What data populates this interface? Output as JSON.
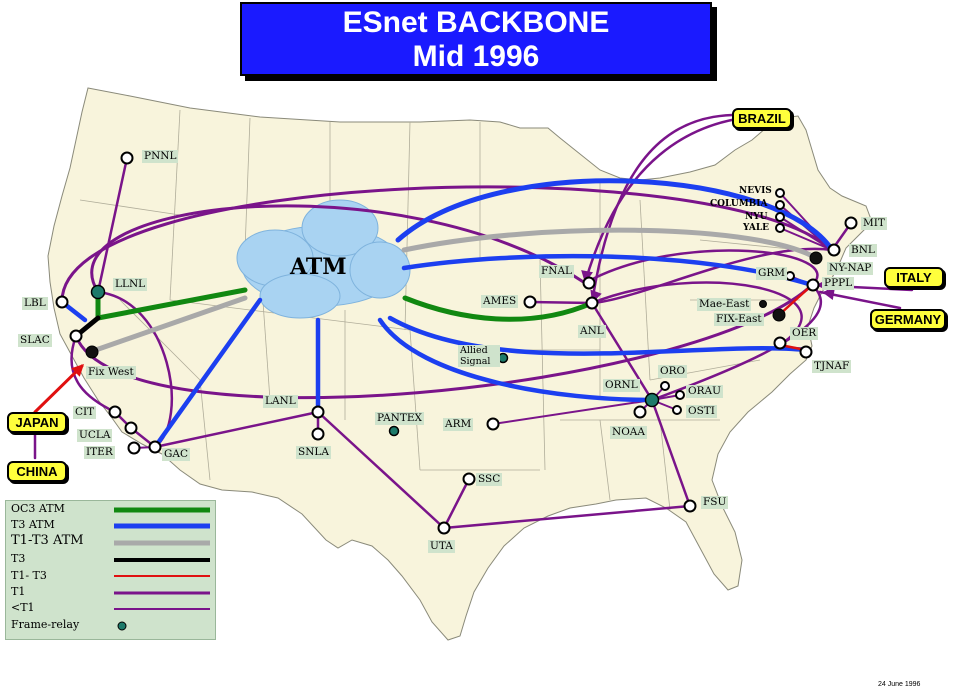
{
  "title": {
    "line1": "ESnet BACKBONE",
    "line2": "Mid 1996"
  },
  "cloud_label": "ATM",
  "international": {
    "brazil": "BRAZIL",
    "italy": "ITALY",
    "germany": "GERMANY",
    "japan": "JAPAN",
    "china": "CHINA"
  },
  "sites": {
    "pnnl": "PNNL",
    "llnl": "LLNL",
    "lbl": "LBL",
    "slac": "SLAC",
    "fixwest": "Fix West",
    "cit": "CIT",
    "ucla": "UCLA",
    "iter": "ITER",
    "gac": "GAC",
    "lanl": "LANL",
    "snla": "SNLA",
    "pantex": "PANTEX",
    "arm": "ARM",
    "ssc": "SSC",
    "uta": "UTA",
    "fsu": "FSU",
    "ames": "AMES",
    "fnal": "FNAL",
    "anl": "ANL",
    "allied": "Allied Signal",
    "ornl": "ORNL",
    "oro": "ORO",
    "orau": "ORAU",
    "osti": "OSTI",
    "noaa": "NOAA",
    "nevis": "NEVIS",
    "columbia": "COLUMBIA",
    "nyu": "NYU",
    "yale": "YALE",
    "mit": "MIT",
    "bnl": "BNL",
    "nynap": "NY-NAP",
    "grm": "GRM",
    "pppl": "PPPL",
    "maeeast": "Mae-East",
    "fixeast": "FIX-East",
    "oer": "OER",
    "tjnaf": "TJNAF"
  },
  "legend": [
    {
      "label": "OC3    ATM",
      "color": "#118811"
    },
    {
      "label": "T3      ATM",
      "color": "#1c3ff0"
    },
    {
      "label": "T1-T3 ATM",
      "color": "#a9a9a9"
    },
    {
      "label": "T3",
      "color": "#000000"
    },
    {
      "label": "T1- T3",
      "color": "#e01010"
    },
    {
      "label": "T1",
      "color": "#7a148a"
    },
    {
      "label": "<T1",
      "color": "#7a148a"
    },
    {
      "label": "Frame-relay",
      "color": "#1d7a6a"
    }
  ],
  "colors": {
    "oc3": "#118811",
    "t3atm": "#1c3ff0",
    "t1t3atm": "#a9a9a9",
    "t3": "#000000",
    "t1t3": "#e01010",
    "t1": "#7a148a",
    "frame": "#1d7a6a",
    "land": "#f8f4dc",
    "cloud": "#a9d3f2",
    "banner": "#1a1aff",
    "tag": "#ffff3c"
  },
  "date_stamp": "24 June 1996"
}
